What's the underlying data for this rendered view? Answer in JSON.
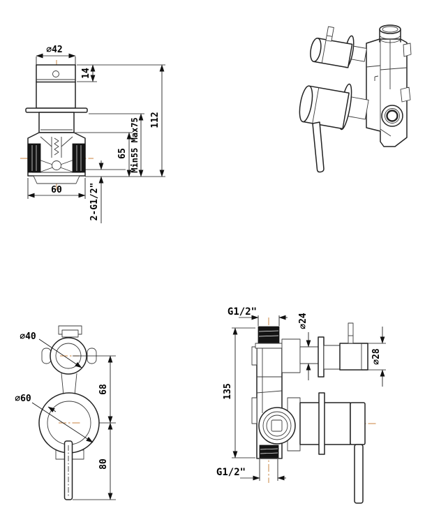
{
  "drawing": {
    "type": "technical-dimension-drawing",
    "subject": "concealed-shower-mixer-valve",
    "colors": {
      "line": "#222222",
      "centerline": "#c8823c",
      "background": "#ffffff",
      "thread_fill": "#151515"
    }
  },
  "labels": {
    "front": {
      "dia42": "∅42",
      "h14": "14",
      "h112": "112",
      "h65": "65",
      "wall_range": "Min55 Max75",
      "w60": "60",
      "thread": "2-G1/2\""
    },
    "face": {
      "dia40": "∅40",
      "dia60": "∅60",
      "h68": "68",
      "h80": "80"
    },
    "side": {
      "thread_top": "G1/2\"",
      "dia24": "∅24",
      "dia28": "∅28",
      "h135": "135",
      "thread_bottom": "G1/2\""
    }
  }
}
